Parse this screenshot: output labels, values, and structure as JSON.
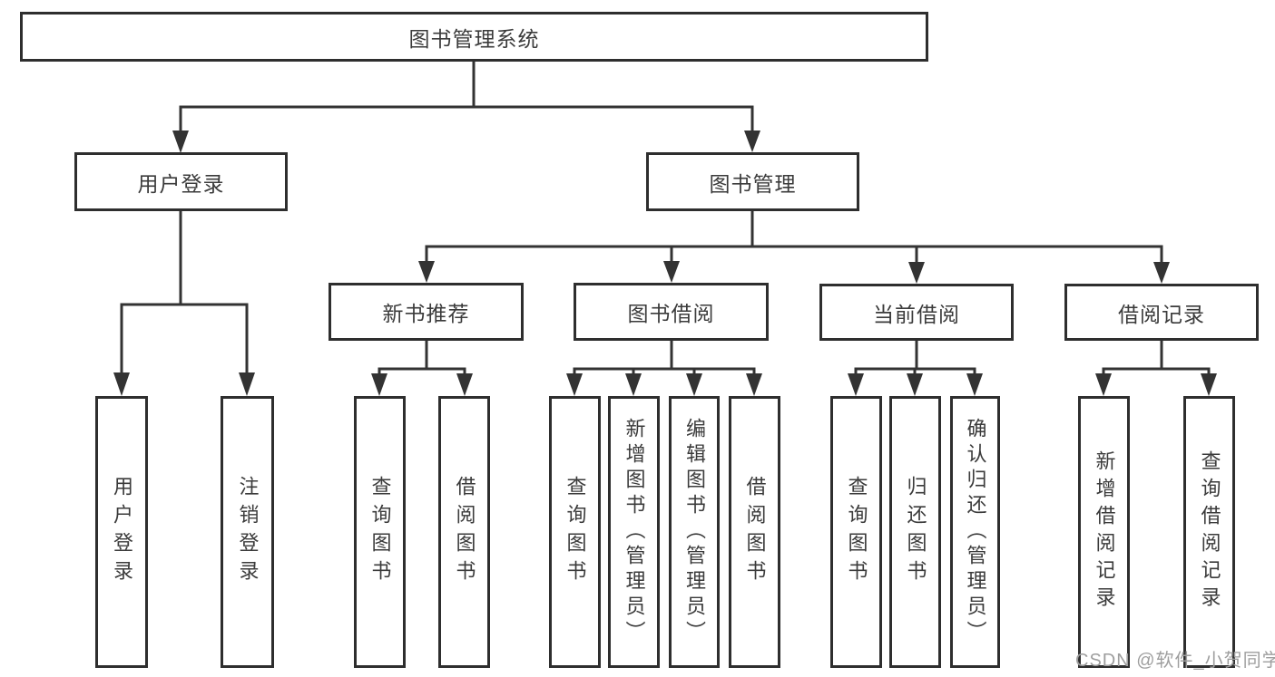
{
  "diagram_title": "图书管理系统",
  "nodes": {
    "root": {
      "label": "图书管理系统"
    },
    "user_login": {
      "label": "用户登录"
    },
    "book_mgmt": {
      "label": "图书管理"
    },
    "new_book_rec": {
      "label": "新书推荐"
    },
    "book_borrow": {
      "label": "图书借阅"
    },
    "current_borrow": {
      "label": "当前借阅"
    },
    "borrow_records": {
      "label": "借阅记录"
    },
    "leaf_user_login": {
      "label": "用户登录"
    },
    "leaf_logout": {
      "label": "注销登录"
    },
    "leaf_query_books_1": {
      "label": "查询图书"
    },
    "leaf_borrow_books_1": {
      "label": "借阅图书"
    },
    "leaf_query_books_2": {
      "label": "查询图书"
    },
    "leaf_add_books": {
      "label": "新增图书（管理员）"
    },
    "leaf_edit_books": {
      "label": "编辑图书（管理员）"
    },
    "leaf_borrow_books_2": {
      "label": "借阅图书"
    },
    "leaf_query_books_3": {
      "label": "查询图书"
    },
    "leaf_return_books": {
      "label": "归还图书"
    },
    "leaf_confirm_return": {
      "label": "确认归还（管理员）"
    },
    "leaf_add_record": {
      "label": "新增借阅记录"
    },
    "leaf_query_record": {
      "label": "查询借阅记录"
    }
  },
  "hierarchy": {
    "图书管理系统": {
      "用户登录": [
        "用户登录",
        "注销登录"
      ],
      "图书管理": {
        "新书推荐": [
          "查询图书",
          "借阅图书"
        ],
        "图书借阅": [
          "查询图书",
          "新增图书（管理员）",
          "编辑图书（管理员）",
          "借阅图书"
        ],
        "当前借阅": [
          "查询图书",
          "归还图书",
          "确认归还（管理员）"
        ],
        "借阅记录": [
          "新增借阅记录",
          "查询借阅记录"
        ]
      }
    }
  },
  "watermark": {
    "text": "CSDN @软件_小贺同学"
  },
  "colors": {
    "background": "#ffffff",
    "box_border": "#2e2e2e",
    "line": "#333333",
    "text": "#3b3b3b",
    "watermark": "#9e9e9e"
  }
}
